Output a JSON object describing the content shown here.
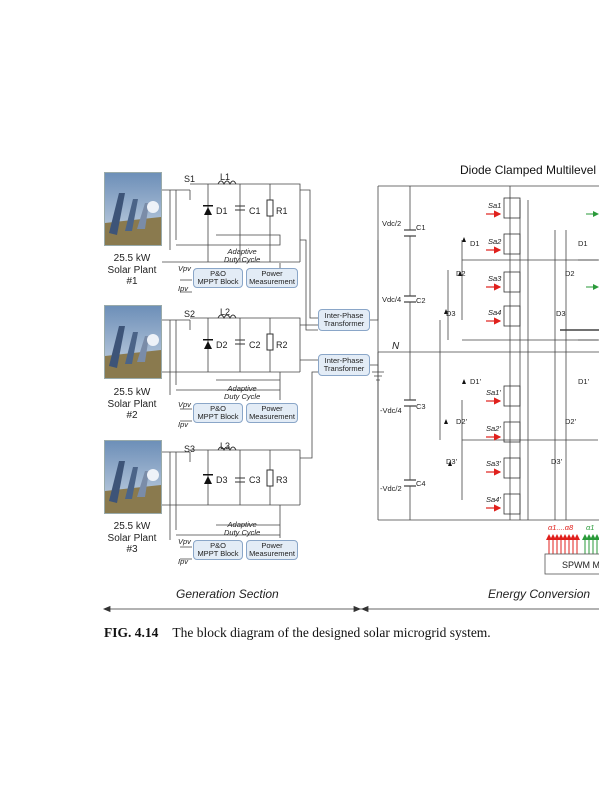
{
  "diagram": {
    "title": "Diode Clamped Multilevel",
    "plants": [
      {
        "power": "25.5 kW",
        "name": "Solar Plant",
        "number": "#1",
        "switch": "S1",
        "inductor": "L1",
        "diode": "D1",
        "capacitor": "C1",
        "resistor": "R1"
      },
      {
        "power": "25.5 kW",
        "name": "Solar Plant",
        "number": "#2",
        "switch": "S2",
        "inductor": "L2",
        "diode": "D2",
        "capacitor": "C2",
        "resistor": "R2"
      },
      {
        "power": "25.5 kW",
        "name": "Solar Plant",
        "number": "#3",
        "switch": "S3",
        "inductor": "L3",
        "diode": "D3",
        "capacitor": "C3",
        "resistor": "R3"
      }
    ],
    "control": {
      "adaptive_line1": "Adaptive",
      "adaptive_line2": "Duty Cycle",
      "vpv": "Vpv",
      "ipv": "Ipv",
      "mppt_line1": "P&O",
      "mppt_line2": "MPPT Block",
      "power_line1": "Power",
      "power_line2": "Measurement"
    },
    "transformer_line1": "Inter-Phase",
    "transformer_line2": "Transformer",
    "dc_link": {
      "levels": [
        "Vdc/2",
        "Vdc/4",
        "-Vdc/4",
        "-Vdc/2"
      ],
      "capacitors": [
        "C1",
        "C2",
        "C3",
        "C4"
      ],
      "neutral": "N"
    },
    "inverter": {
      "switches_upper": [
        "Sa1",
        "Sa2",
        "Sa3",
        "Sa4"
      ],
      "switches_lower": [
        "Sa1'",
        "Sa2'",
        "Sa3'",
        "Sa4'"
      ],
      "clamp_diodes": [
        "D1",
        "D2",
        "D3",
        "D1'",
        "D2'",
        "D3'"
      ],
      "right_leg_labels": [
        "D1",
        "D2",
        "D3",
        "D1'",
        "D2'",
        "D3'"
      ],
      "pwm_labels": [
        "α1....α8",
        "α1"
      ],
      "spwm": "SPWM M"
    },
    "sections": [
      "Generation Section",
      "Energy Conversion"
    ]
  },
  "caption": {
    "label": "FIG. 4.14",
    "text": "The block diagram of the designed solar microgrid system."
  },
  "colors": {
    "box_fill": "#e3ecf6",
    "box_border": "#8aa6c8",
    "arrow_red": "#e0201c",
    "arrow_green": "#2a9a3a"
  }
}
